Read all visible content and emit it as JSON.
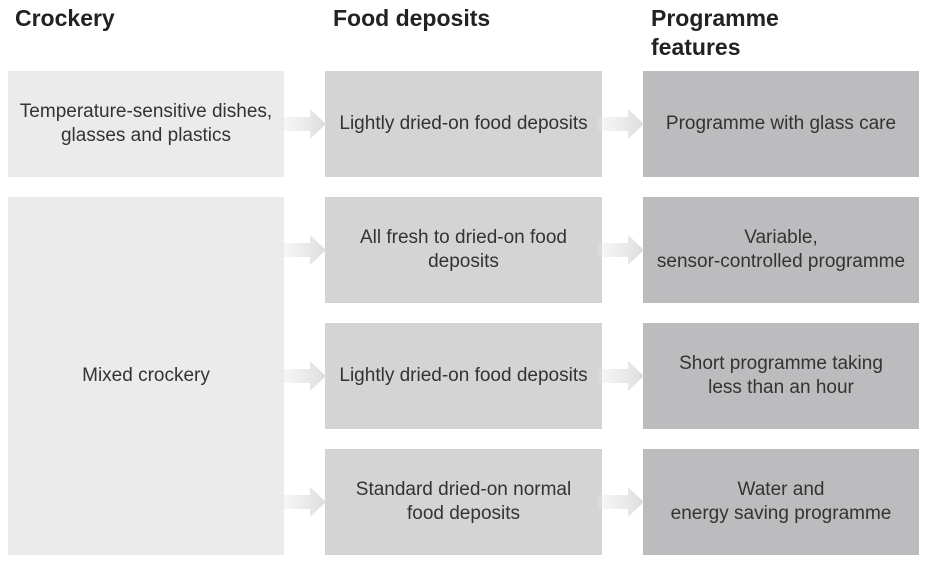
{
  "headers": {
    "crockery": "Crockery",
    "food_deposits": "Food deposits",
    "programme_features_line1": "Programme",
    "programme_features_line2": "features"
  },
  "crockery": [
    {
      "line1": "Temperature-sensitive dishes,",
      "line2": "glasses and plastics"
    },
    {
      "line1": "Mixed crockery"
    }
  ],
  "food_deposits": [
    {
      "line1": "Lightly dried-on food deposits"
    },
    {
      "line1": "All fresh to dried-on food",
      "line2": "deposits"
    },
    {
      "line1": "Lightly dried-on food deposits"
    },
    {
      "line1": "Standard dried-on normal",
      "line2": "food deposits"
    }
  ],
  "programme_features": [
    {
      "line1": "Programme with glass care"
    },
    {
      "line1": "Variable,",
      "line2": "sensor-controlled programme"
    },
    {
      "line1": "Short programme taking",
      "line2": "less than an hour"
    },
    {
      "line1": "Water and",
      "line2": "energy saving programme"
    }
  ],
  "colors": {
    "crockery_box": "#ebebeb",
    "food_deposits_box": "#d4d4d5",
    "programme_box": "#bcbcbe",
    "arrow": "#e0e0e0"
  }
}
